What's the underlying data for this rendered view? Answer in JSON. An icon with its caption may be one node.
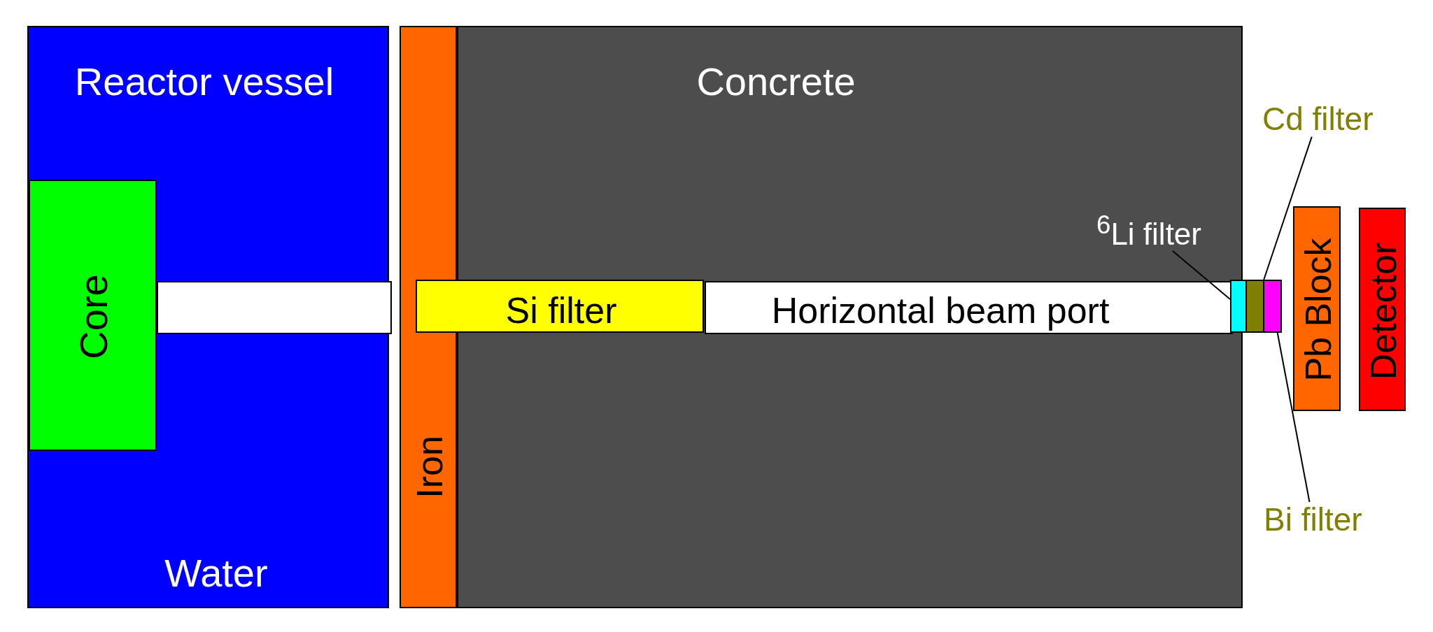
{
  "diagram": {
    "nodes": [
      {
        "text": [
          "Reactor vessel",
          "Water"
        ]
      },
      {
        "text": [
          "Core"
        ],
        "in": 0
      },
      {
        "text": [],
        "shape": "box",
        "in": 0
      },
      {
        "text": [
          "Iron"
        ]
      },
      {
        "text": [
          "Concrete"
        ]
      },
      {
        "text": [
          "Si filter"
        ]
      },
      {
        "text": [
          "Horizontal beam port"
        ],
        "in": 4
      },
      {
        "text": [
          "$^{6}$Li filter"
        ],
        "in": 4
      },
      {
        "text": [
          "Cd filter"
        ]
      },
      {
        "text": [],
        "shape": "box"
      },
      {
        "text": [],
        "shape": "box"
      },
      {
        "text": [],
        "shape": "box"
      },
      {
        "text": [
          "Bi filter"
        ]
      },
      {
        "text": [
          "Pb Block"
        ]
      },
      {
        "text": [
          "Detector"
        ]
      }
    ],
    "edges": [
      {
        "from": 7,
        "to": 9,
        "arrow": "none"
      },
      {
        "from": 8,
        "to": 10,
        "arrow": "none"
      },
      {
        "from": 12,
        "to": 11,
        "arrow": "none"
      }
    ]
  }
}
